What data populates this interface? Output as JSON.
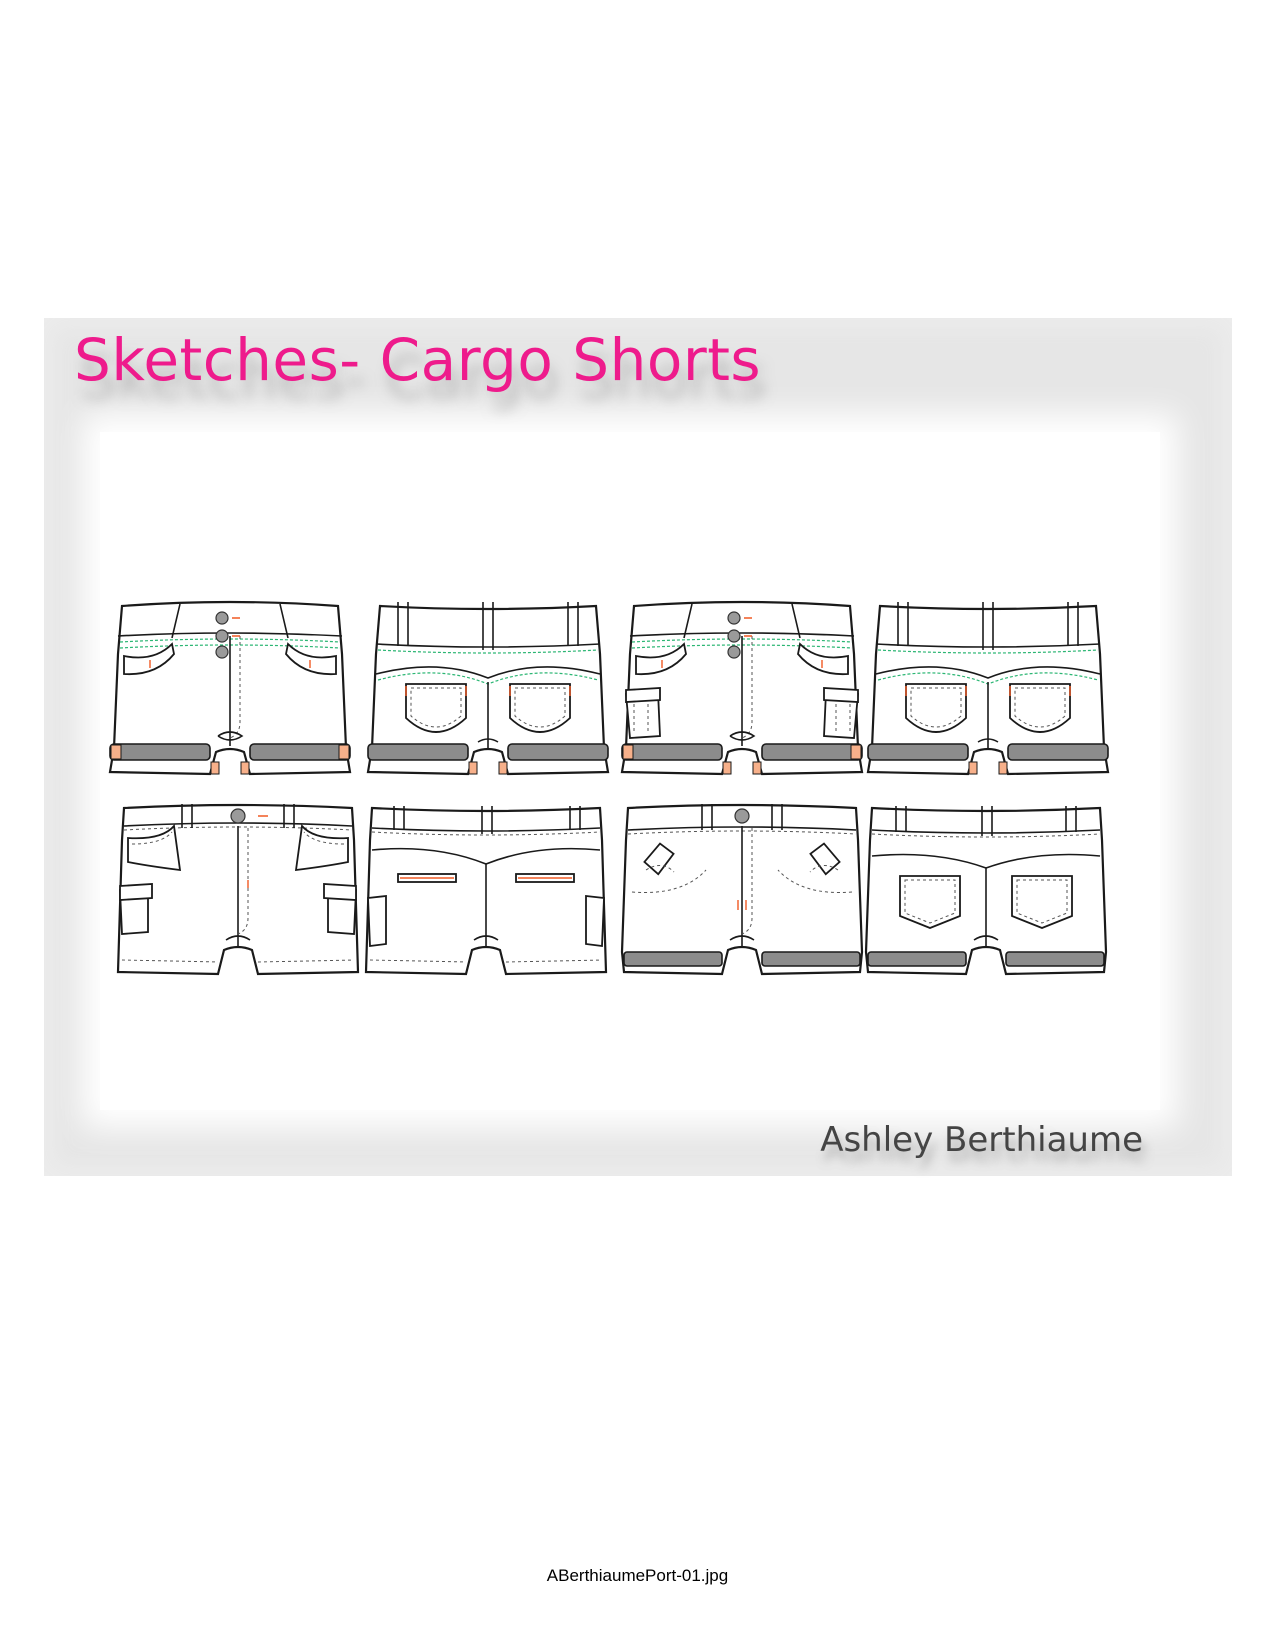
{
  "page": {
    "title": "Sketches- Cargo Shorts",
    "designer": "Ashley Berthiaume",
    "filename": "ABerthiaumePort-01.jpg"
  },
  "colors": {
    "title": "#ee1b8c",
    "board": "#e6e6e6",
    "cuff": "#8c8c8c",
    "stitch_accent": "#f15a24",
    "stitch_green": "#2bb673"
  },
  "sketches": [
    {
      "id": "front-button-fly-cuffed",
      "view": "front"
    },
    {
      "id": "back-patch-pocket-cuffed",
      "view": "back"
    },
    {
      "id": "front-button-fly-cargo-cuffed",
      "view": "front"
    },
    {
      "id": "back-patch-pocket-cuffed-2",
      "view": "back"
    },
    {
      "id": "front-low-rise-cargo",
      "view": "front"
    },
    {
      "id": "back-welt-pocket-cargo",
      "view": "back"
    },
    {
      "id": "front-flap-pocket-cuffed",
      "view": "front"
    },
    {
      "id": "back-classic-pocket-cuffed",
      "view": "back"
    }
  ]
}
